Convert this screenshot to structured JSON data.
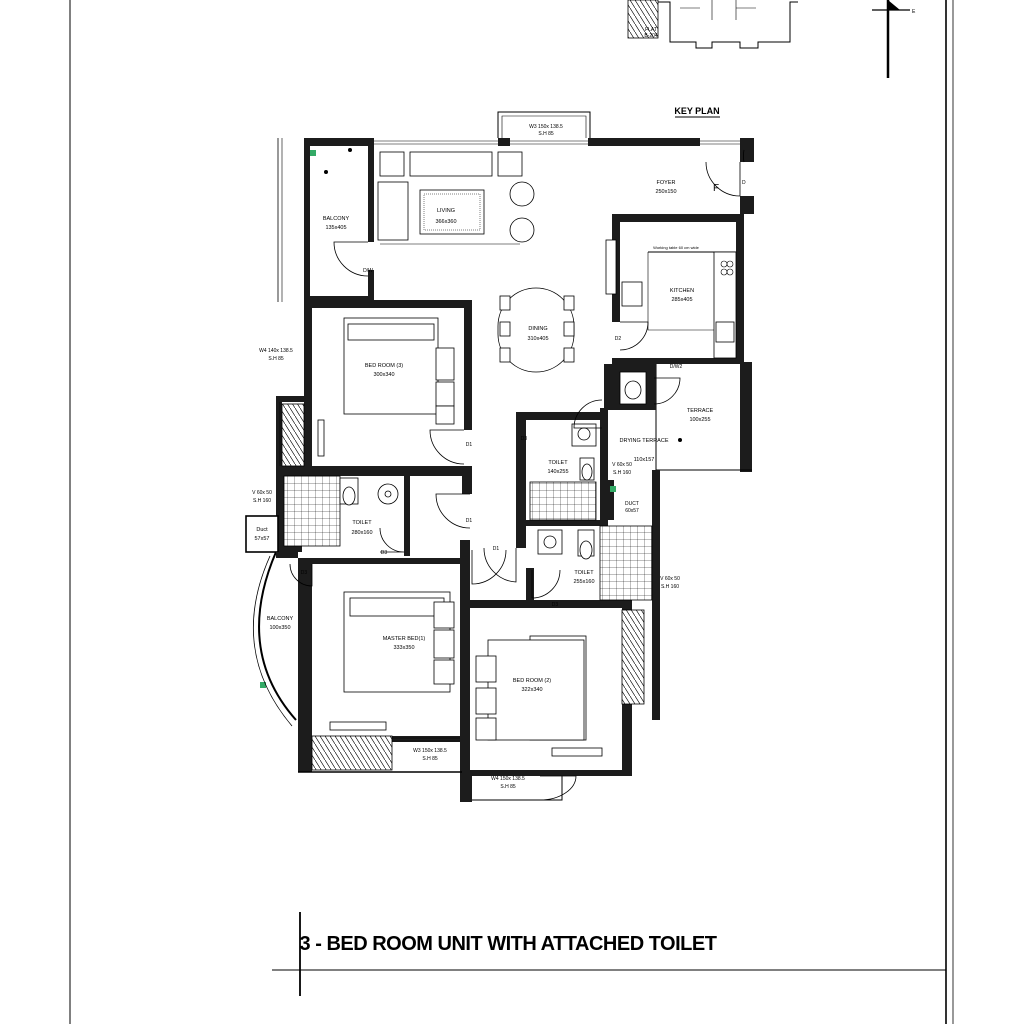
{
  "drawing": {
    "title": "3 - BED ROOM UNIT WITH ATTACHED TOILET",
    "key_plan_label": "KEY PLAN",
    "key_plan_flat_label": "FLAT",
    "key_plan_flat_sub": "B-204",
    "north_label": "E"
  },
  "rooms": {
    "living": {
      "name": "LIVING",
      "size": "366x360"
    },
    "dining": {
      "name": "DINING",
      "size": "310x405"
    },
    "foyer": {
      "name": "FOYER",
      "size": "250x150"
    },
    "kitchen": {
      "name": "KITCHEN",
      "size": "285x405"
    },
    "balcony_top": {
      "name": "BALCONY",
      "size": "135x405"
    },
    "bed3": {
      "name": "BED ROOM (3)",
      "size": "300x340"
    },
    "toilet1": {
      "name": "TOILET",
      "size": "280x160"
    },
    "toilet2": {
      "name": "TOILET",
      "size": "140x255"
    },
    "toilet3": {
      "name": "TOILET",
      "size": "255x160"
    },
    "drying": {
      "name": "DRYING TERRACE",
      "size": "110x157"
    },
    "terrace": {
      "name": "TERRACE",
      "size": "100x255"
    },
    "master": {
      "name": "MASTER BED(1)",
      "size": "333x350"
    },
    "bed2": {
      "name": "BED ROOM (2)",
      "size": "322x340"
    },
    "balcony_left": {
      "name": "BALCONY",
      "size": "100x350"
    },
    "duct": {
      "name": "Duct",
      "size": "57x57"
    }
  },
  "annotations": {
    "w3_top": "W3 150x 138.5",
    "w3_top_sill": "S.H 85",
    "w4_left": "W4 140x 138.5",
    "w4_left_sill": "S.H 85",
    "v_left": "V 60x 50",
    "v_left_sill": "S.H 160",
    "w3_bottom": "W3 150x 138.5",
    "w3_bottom_sill": "S.H 85",
    "w4_bottom": "W4 150x 138.5",
    "w4_bottom_sill": "S.H 85",
    "v_right": "V 60x 50",
    "v_right_sill": "S.H 160",
    "v_mid": "V 60x 50",
    "v_mid_sill": "S.H 160",
    "kitchen_counter": "Working table 60 cm wide",
    "duct_small": "DUCT",
    "duct_small_size": "60x57",
    "d1_a": "D1",
    "d1_b": "D1",
    "d1_c": "D1",
    "d2": "D2",
    "d3_a": "D3",
    "d3_b": "D3",
    "d3_c": "D3",
    "d3_d": "D3",
    "dw": "D/W",
    "dw2": "D/W2",
    "d_main": "D",
    "f_mark": "F"
  }
}
